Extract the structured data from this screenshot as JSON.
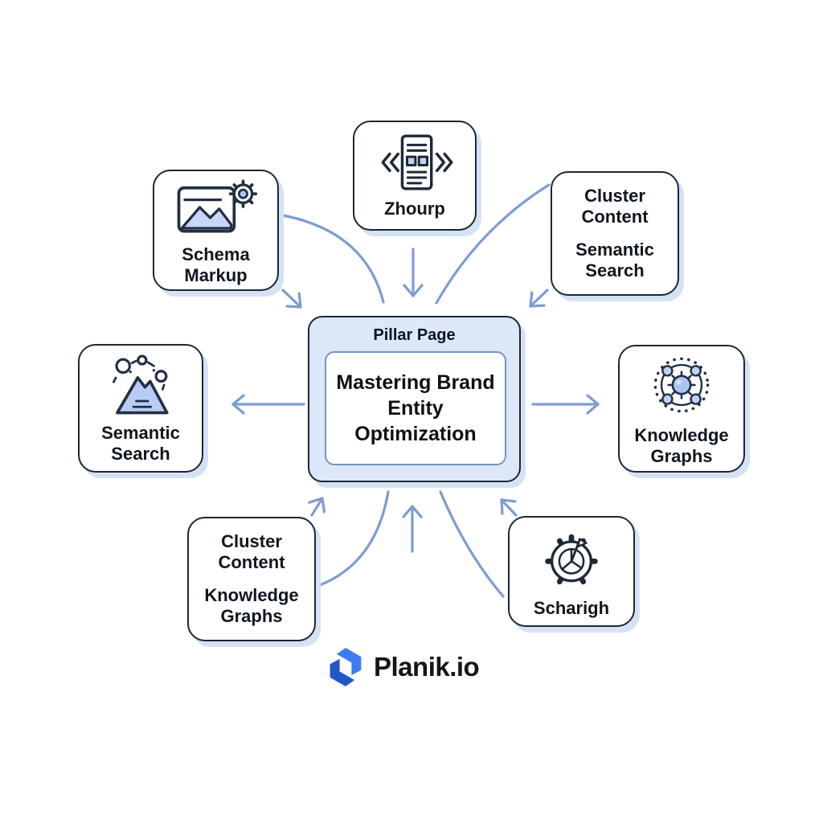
{
  "diagram": {
    "center": {
      "header": "Pillar Page",
      "title": "Mastering Brand Entity Optimization"
    },
    "nodes": {
      "schema_markup": {
        "label": "Schema Markup",
        "icon": "image-gear-icon"
      },
      "zhourp": {
        "label": "Zhourp",
        "icon": "code-document-icon"
      },
      "cluster_semantic": {
        "labels": [
          "Cluster Content",
          "Semantic Search"
        ]
      },
      "semantic_search": {
        "label": "Semantic Search",
        "icon": "mountain-network-icon"
      },
      "knowledge_graphs": {
        "label": "Knowledge Graphs",
        "icon": "knowledge-graph-icon"
      },
      "cluster_knowledge": {
        "labels": [
          "Cluster Content",
          "Knowledge Graphs"
        ]
      },
      "scharigh": {
        "label": "Scharigh",
        "icon": "gear-pie-icon"
      }
    },
    "connections": [
      {
        "from": "schema_markup",
        "to": "center",
        "style": "curve-and-arrow"
      },
      {
        "from": "zhourp",
        "to": "center",
        "style": "straight-arrow-down"
      },
      {
        "from": "cluster_semantic",
        "to": "center",
        "style": "curve-and-arrow"
      },
      {
        "from": "center",
        "to": "semantic_search",
        "style": "straight-arrow-left"
      },
      {
        "from": "center",
        "to": "knowledge_graphs",
        "style": "straight-arrow-right"
      },
      {
        "from": "cluster_knowledge",
        "to": "center",
        "style": "curve-and-arrow"
      },
      {
        "from": "scharigh",
        "to": "center",
        "style": "curve-and-arrow"
      },
      {
        "from": "below-center",
        "to": "center",
        "style": "straight-arrow-up"
      }
    ],
    "logo": {
      "text": "Planik.io"
    }
  },
  "colors": {
    "arrow": "#7d9cd3",
    "box_border": "#1c2736",
    "box_shadow": "#d5e2f6",
    "center_fill": "#dce8f8",
    "inner_border": "#7793c9",
    "icon_stroke": "#232f42",
    "icon_fill": "#bcd2f2",
    "logo_blue": "#3c7ef2",
    "logo_blue_dark": "#2158c8",
    "text": "#10161f"
  }
}
